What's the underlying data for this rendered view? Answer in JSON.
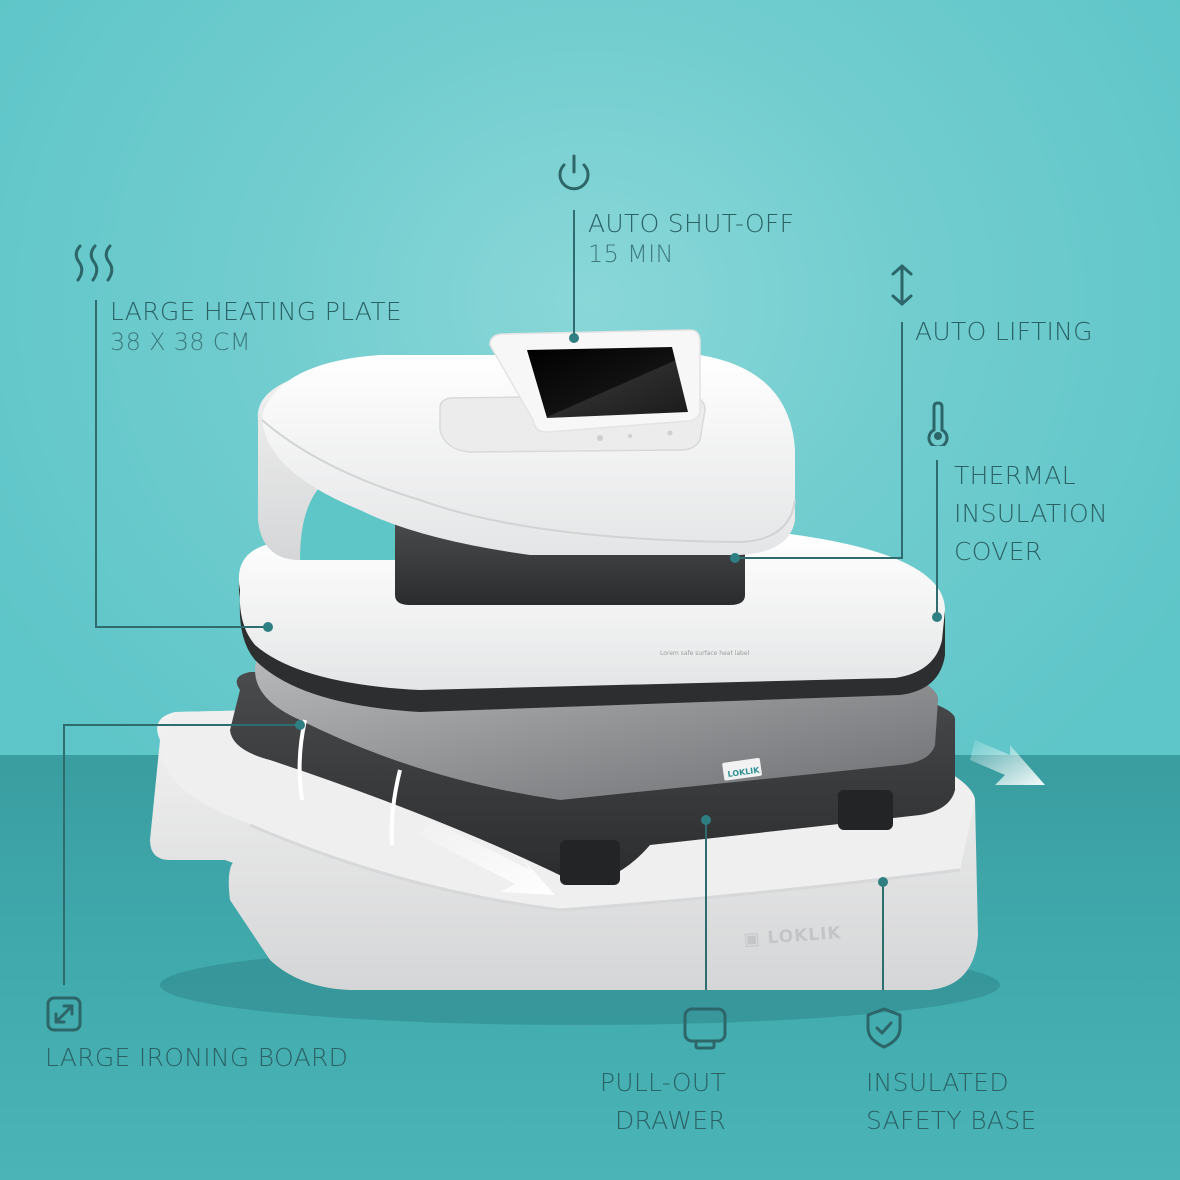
{
  "colors": {
    "wall": "#72cdcf",
    "floor": "#3fa8ab",
    "callout_line": "#2f6c6f",
    "callout_text": "#2a6164",
    "product_white": "#f2f2f2",
    "product_dark": "#3a3b3d"
  },
  "product": {
    "brand": "LOKLIK"
  },
  "callouts": [
    {
      "id": "heating-plate",
      "icon": "heat-waves-icon",
      "title": "LARGE HEATING PLATE",
      "detail": "38 X 38 CM"
    },
    {
      "id": "auto-shutoff",
      "icon": "power-icon",
      "title": "AUTO SHUT-OFF",
      "detail": "15 MIN"
    },
    {
      "id": "auto-lifting",
      "icon": "vertical-arrows-icon",
      "title": "AUTO LIFTING"
    },
    {
      "id": "thermal-cover",
      "icon": "thermometer-icon",
      "title_lines": [
        "THERMAL",
        "INSULATION",
        "COVER"
      ]
    },
    {
      "id": "ironing-board",
      "icon": "expand-icon",
      "title": "LARGE IRONING BOARD"
    },
    {
      "id": "drawer",
      "icon": "drawer-icon",
      "title_lines": [
        "PULL-OUT",
        "DRAWER"
      ]
    },
    {
      "id": "safety-base",
      "icon": "shield-check-icon",
      "title_lines": [
        "INSULATED",
        "SAFETY BASE"
      ]
    }
  ]
}
